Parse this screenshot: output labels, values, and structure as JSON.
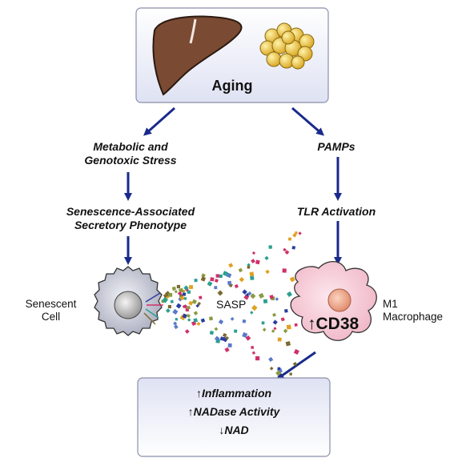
{
  "aging": {
    "title": "Aging"
  },
  "left_path": {
    "stress_line1": "Metabolic and",
    "stress_line2": "Genotoxic Stress",
    "phenotype_line1": "Senescence-Associated",
    "phenotype_line2": "Secretory Phenotype"
  },
  "right_path": {
    "pamps": "PAMPs",
    "tlr": "TLR Activation"
  },
  "cells": {
    "senescent_line1": "Senescent",
    "senescent_line2": "Cell",
    "sasp": "SASP",
    "macrophage_line1": "M1",
    "macrophage_line2": "Macrophage",
    "cd38": "↑CD38"
  },
  "outcomes": {
    "inflammation": "↑Inflammation",
    "nadase": "↑NADase Activity",
    "nad": "↓NAD"
  },
  "icons": [
    "liver-icon",
    "adipose-cluster-icon",
    "senescent-cell-icon",
    "macrophage-icon"
  ],
  "colors": {
    "arrow": "#1a2a8c",
    "box_fill": "#e8eaf6",
    "liver": "#7a4a33",
    "fat": "#f0c843",
    "senescent_cell": "#c9cbd6",
    "macrophage": "#f3c6d2"
  }
}
